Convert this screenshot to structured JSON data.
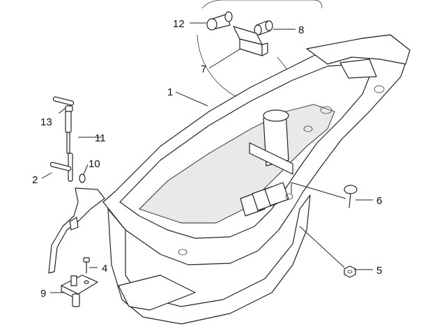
{
  "callouts": [
    {
      "id": "c1",
      "label": "1"
    },
    {
      "id": "c2",
      "label": "2"
    },
    {
      "id": "c4",
      "label": "4"
    },
    {
      "id": "c5",
      "label": "5"
    },
    {
      "id": "c6",
      "label": "6"
    },
    {
      "id": "c7",
      "label": "7"
    },
    {
      "id": "c8",
      "label": "8"
    },
    {
      "id": "c9",
      "label": "9"
    },
    {
      "id": "c10",
      "label": "10"
    },
    {
      "id": "c11",
      "label": "11"
    },
    {
      "id": "c12",
      "label": "12"
    },
    {
      "id": "c13",
      "label": "13"
    }
  ]
}
